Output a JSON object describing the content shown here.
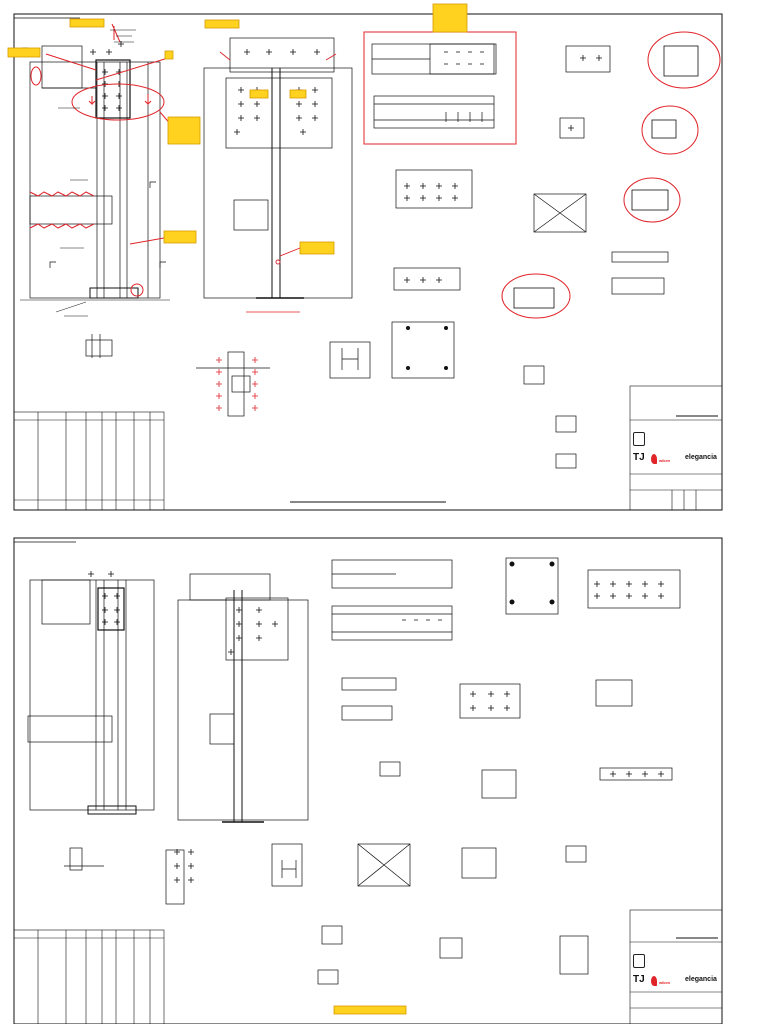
{
  "sheets": [
    {
      "logo": {
        "brand_a": "wiken",
        "brand_b": "elegancia"
      }
    },
    {
      "logo": {
        "brand_a": "wiken",
        "brand_b": "elegancia"
      }
    }
  ],
  "colors": {
    "line": "#111111",
    "markup_red": "#e0242a",
    "note_yellow": "#ffd21f",
    "note_border": "#d89a00"
  },
  "icons": [
    "company-seal-icon",
    "tj-logo-icon",
    "flame-logo-icon"
  ]
}
